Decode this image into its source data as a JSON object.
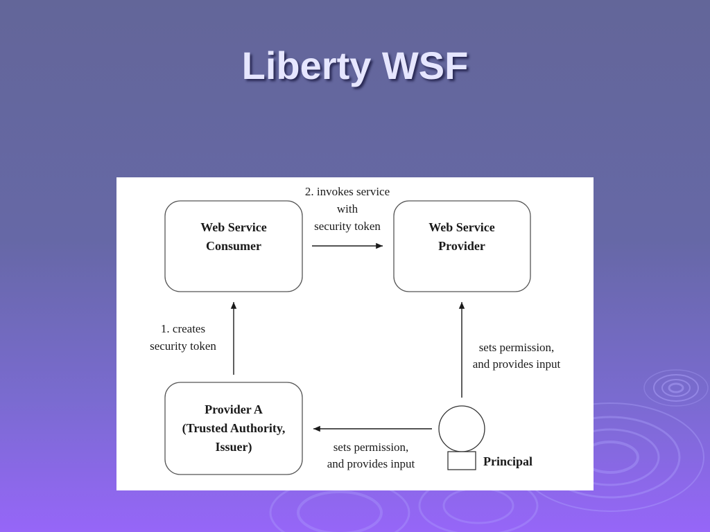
{
  "slide": {
    "title": "Liberty WSF"
  },
  "diagram": {
    "consumer": {
      "line1": "Web Service",
      "line2": "Consumer"
    },
    "provider": {
      "line1": "Web Service",
      "line2": "Provider"
    },
    "provider_a": {
      "line1": "Provider A",
      "line2": "(Trusted Authority,",
      "line3": "Issuer)"
    },
    "principal": {
      "label": "Principal"
    },
    "edge_invokes": {
      "line1": "2. invokes service",
      "line2": "with",
      "line3": "security token"
    },
    "edge_creates": {
      "line1": "1. creates",
      "line2": "security token"
    },
    "edge_principal_to_provider": {
      "line1": "sets permission,",
      "line2": "and provides input"
    },
    "edge_principal_to_provider_a": {
      "line1": "sets permission,",
      "line2": "and provides input"
    }
  },
  "colors": {
    "background_top": "#636699",
    "background_bottom": "#9666f8",
    "title": "#e6e6ff",
    "diagram_background": "#ffffff",
    "diagram_ink": "#1a1a1a"
  }
}
